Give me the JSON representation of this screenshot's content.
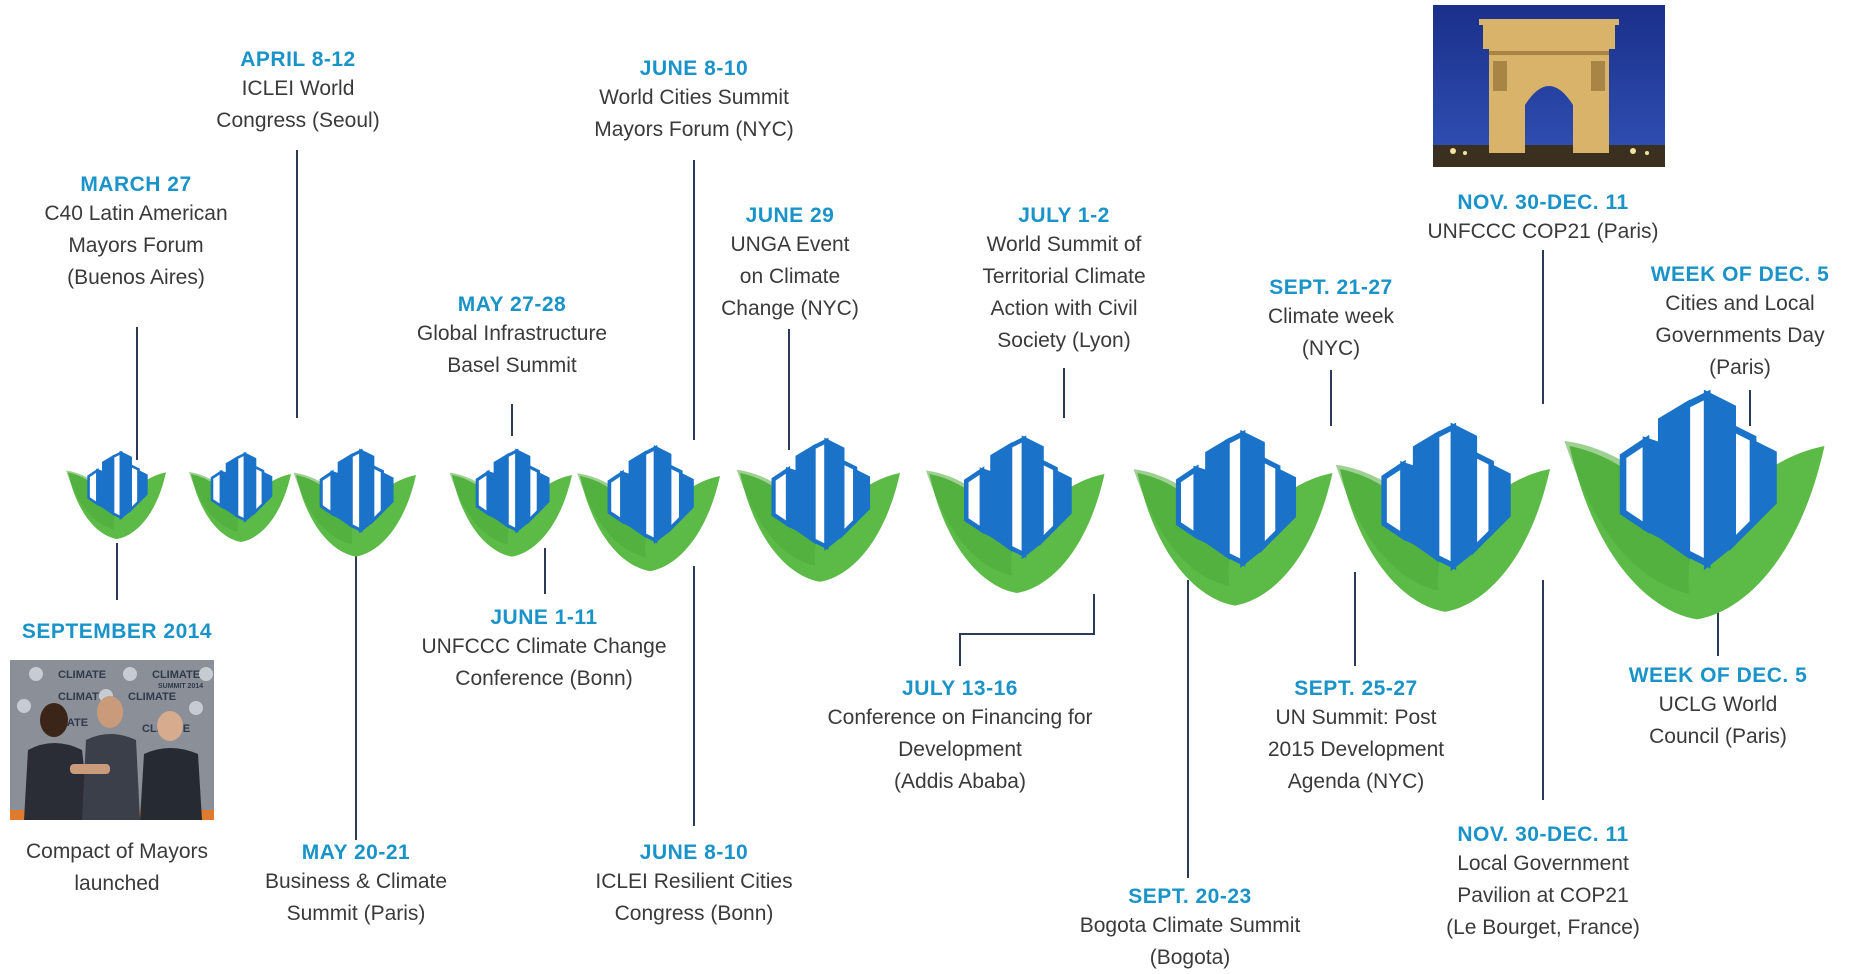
{
  "colors": {
    "date": "#1a93c8",
    "connector": "#2b3b57",
    "leaf": "#5cba47",
    "building": "#1a73c8"
  },
  "events": {
    "sep2014": {
      "date": "SEPTEMBER 2014",
      "caption": "Compact of Mayors launched"
    },
    "mar27": {
      "date": "MARCH 27",
      "desc": [
        "C40 Latin American",
        "Mayors Forum",
        "(Buenos Aires)"
      ]
    },
    "apr8": {
      "date": "APRIL 8-12",
      "desc": [
        "ICLEI World",
        "Congress (Seoul)"
      ]
    },
    "may20": {
      "date": "MAY 20-21",
      "desc": [
        "Business & Climate",
        "Summit (Paris)"
      ]
    },
    "may27": {
      "date": "MAY 27-28",
      "desc": [
        "Global Infrastructure",
        "Basel Summit"
      ]
    },
    "jun1": {
      "date": "JUNE 1-11",
      "desc": [
        "UNFCCC Climate Change",
        "Conference (Bonn)"
      ]
    },
    "jun8a": {
      "date": "JUNE 8-10",
      "desc": [
        "World Cities Summit",
        "Mayors Forum (NYC)"
      ]
    },
    "jun8b": {
      "date": "JUNE 8-10",
      "desc": [
        "ICLEI Resilient Cities",
        "Congress (Bonn)"
      ]
    },
    "jun29": {
      "date": "JUNE 29",
      "desc": [
        "UNGA Event",
        "on Climate",
        "Change (NYC)"
      ]
    },
    "jul1": {
      "date": "JULY 1-2",
      "desc": [
        "World Summit of",
        "Territorial Climate",
        "Action with Civil",
        "Society (Lyon)"
      ]
    },
    "jul13": {
      "date": "JULY 13-16",
      "desc": [
        "Conference on Financing for",
        "Development",
        "(Addis Ababa)"
      ]
    },
    "sep20": {
      "date": "SEPT. 20-23",
      "desc": [
        "Bogota Climate Summit",
        "(Bogota)"
      ]
    },
    "sep21": {
      "date": "SEPT. 21-27",
      "desc": [
        "Climate week",
        "(NYC)"
      ]
    },
    "sep25": {
      "date": "SEPT. 25-27",
      "desc": [
        "UN Summit: Post",
        "2015 Development",
        "Agenda (NYC)"
      ]
    },
    "nov30a": {
      "date": "NOV. 30-DEC. 11",
      "desc": [
        "UNFCCC COP21 (Paris)"
      ]
    },
    "nov30b": {
      "date": "NOV. 30-DEC. 11",
      "desc": [
        "Local Government",
        "Pavilion at COP21",
        "(Le Bourget, France)"
      ]
    },
    "dec5a": {
      "date": "WEEK OF DEC. 5",
      "desc": [
        "Cities and Local",
        "Governments Day",
        "(Paris)"
      ]
    },
    "dec5b": {
      "date": "WEEK OF DEC. 5",
      "desc": [
        "UCLG World",
        "Council (Paris)"
      ]
    }
  },
  "photos": {
    "summit": {
      "banner": "CLIMATE",
      "subtitle": "SUMMIT 2014"
    },
    "paris": {
      "subject": "arc-de-triomphe-photo"
    }
  }
}
